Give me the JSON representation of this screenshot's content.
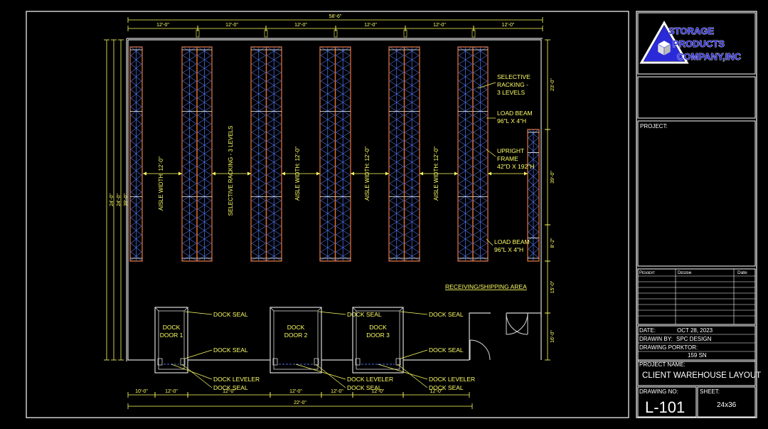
{
  "colors": {
    "background": "#000000",
    "border": "#ffffff",
    "dimension": "#ffff66",
    "rack_frame": "#d9703a",
    "rack_brace": "#4a6fe0",
    "wall": "#d8d8d8",
    "logo": "#2a2ad8"
  },
  "drawing": {
    "overall_width": "58'-6\"",
    "bay_dims": [
      "12'-0\"",
      "12'-0\"",
      "12'-0\"",
      "12'-0\"",
      "12'-0\"",
      "12'-0\""
    ],
    "left_dims": [
      "24'-0\"",
      "24'-0\"",
      "39'-0\""
    ],
    "right_dims": [
      "23'-0\"",
      "39'-0\"",
      "8'-2\"",
      "15'-0\"",
      "16'-0\""
    ],
    "aisle_labels": [
      "AISLE WIDTH: 12'-0\"",
      "SELECTIVE RACKING - 3 LEVELS",
      "AISLE WIDTH: 12'-0\"",
      "AISLE WIDTH: 12'-0\"",
      "AISLE WIDTH: 12'-0\""
    ],
    "callouts": {
      "selective_racking": [
        "SELECTIVE",
        "RACKING -",
        "3 LEVELS"
      ],
      "load_beam_top": [
        "LOAD BEAM",
        "96\"L X 4\"H"
      ],
      "upright_frame": [
        "UPRIGHT",
        "FRAME",
        "42\"D X 192\"H"
      ],
      "load_beam_bottom": [
        "LOAD BEAM",
        "96\"L X 4\"H"
      ]
    },
    "receiving_area": "RECEIVING/SHIPPING AREA",
    "docks": [
      {
        "name": [
          "DOCK",
          "DOOR 1"
        ],
        "seal_top": "DOCK SEAL",
        "seal_mid": "DOCK SEAL",
        "leveler": "DOCK LEVELER",
        "seal_bottom": "DOCK SEAL"
      },
      {
        "name": [
          "DOCK",
          "DOOR 2"
        ],
        "seal_top": "DOCK SEAL",
        "leveler": "DOCK LEVELER",
        "seal_bottom": "DOCK SEAL"
      },
      {
        "name": [
          "DOCK",
          "DOOR 3"
        ],
        "seal_top": "DOCK SEAL",
        "seal_mid": "DOCK SEAL",
        "leveler": "DOCK LEVELER",
        "seal_bottom": "DOCK SEAL"
      }
    ],
    "bottom_dims": [
      "10'-0\"",
      "12'-0\"",
      "12'-0\"",
      "12'-0\"",
      "12'-0\"",
      "12'-0\"",
      "12'-0\"",
      "12'-0\""
    ],
    "bottom_total": "22'-0\""
  },
  "title_block": {
    "logo_lines": [
      "STORAGE",
      "PRODUCTS",
      "COMPANY,INC"
    ],
    "project_label": "PROJECT:",
    "revision_headers": [
      "Pᴇsᴏᴇxᴛ",
      "Dᴇsɪɢɴ",
      "Date"
    ],
    "date_label": "DATE:",
    "date_value": "OCT 28, 2023",
    "drawn_by_label": "DRAWIN BY:",
    "drawn_by_value": "SPC DESIGN",
    "drawing_porktor_label": "DRAWING PORKTOR:",
    "drawing_porktor_value": "159 SN",
    "project_name_label": "PROJECT NAME:",
    "project_name_value": "CLIENT WAREHOUSE LAYOUT",
    "drawing_no_label": "DRAWING NO:",
    "drawing_no_value": "L-101",
    "sheet_label": "SHEET:",
    "sheet_value": "24x36"
  }
}
